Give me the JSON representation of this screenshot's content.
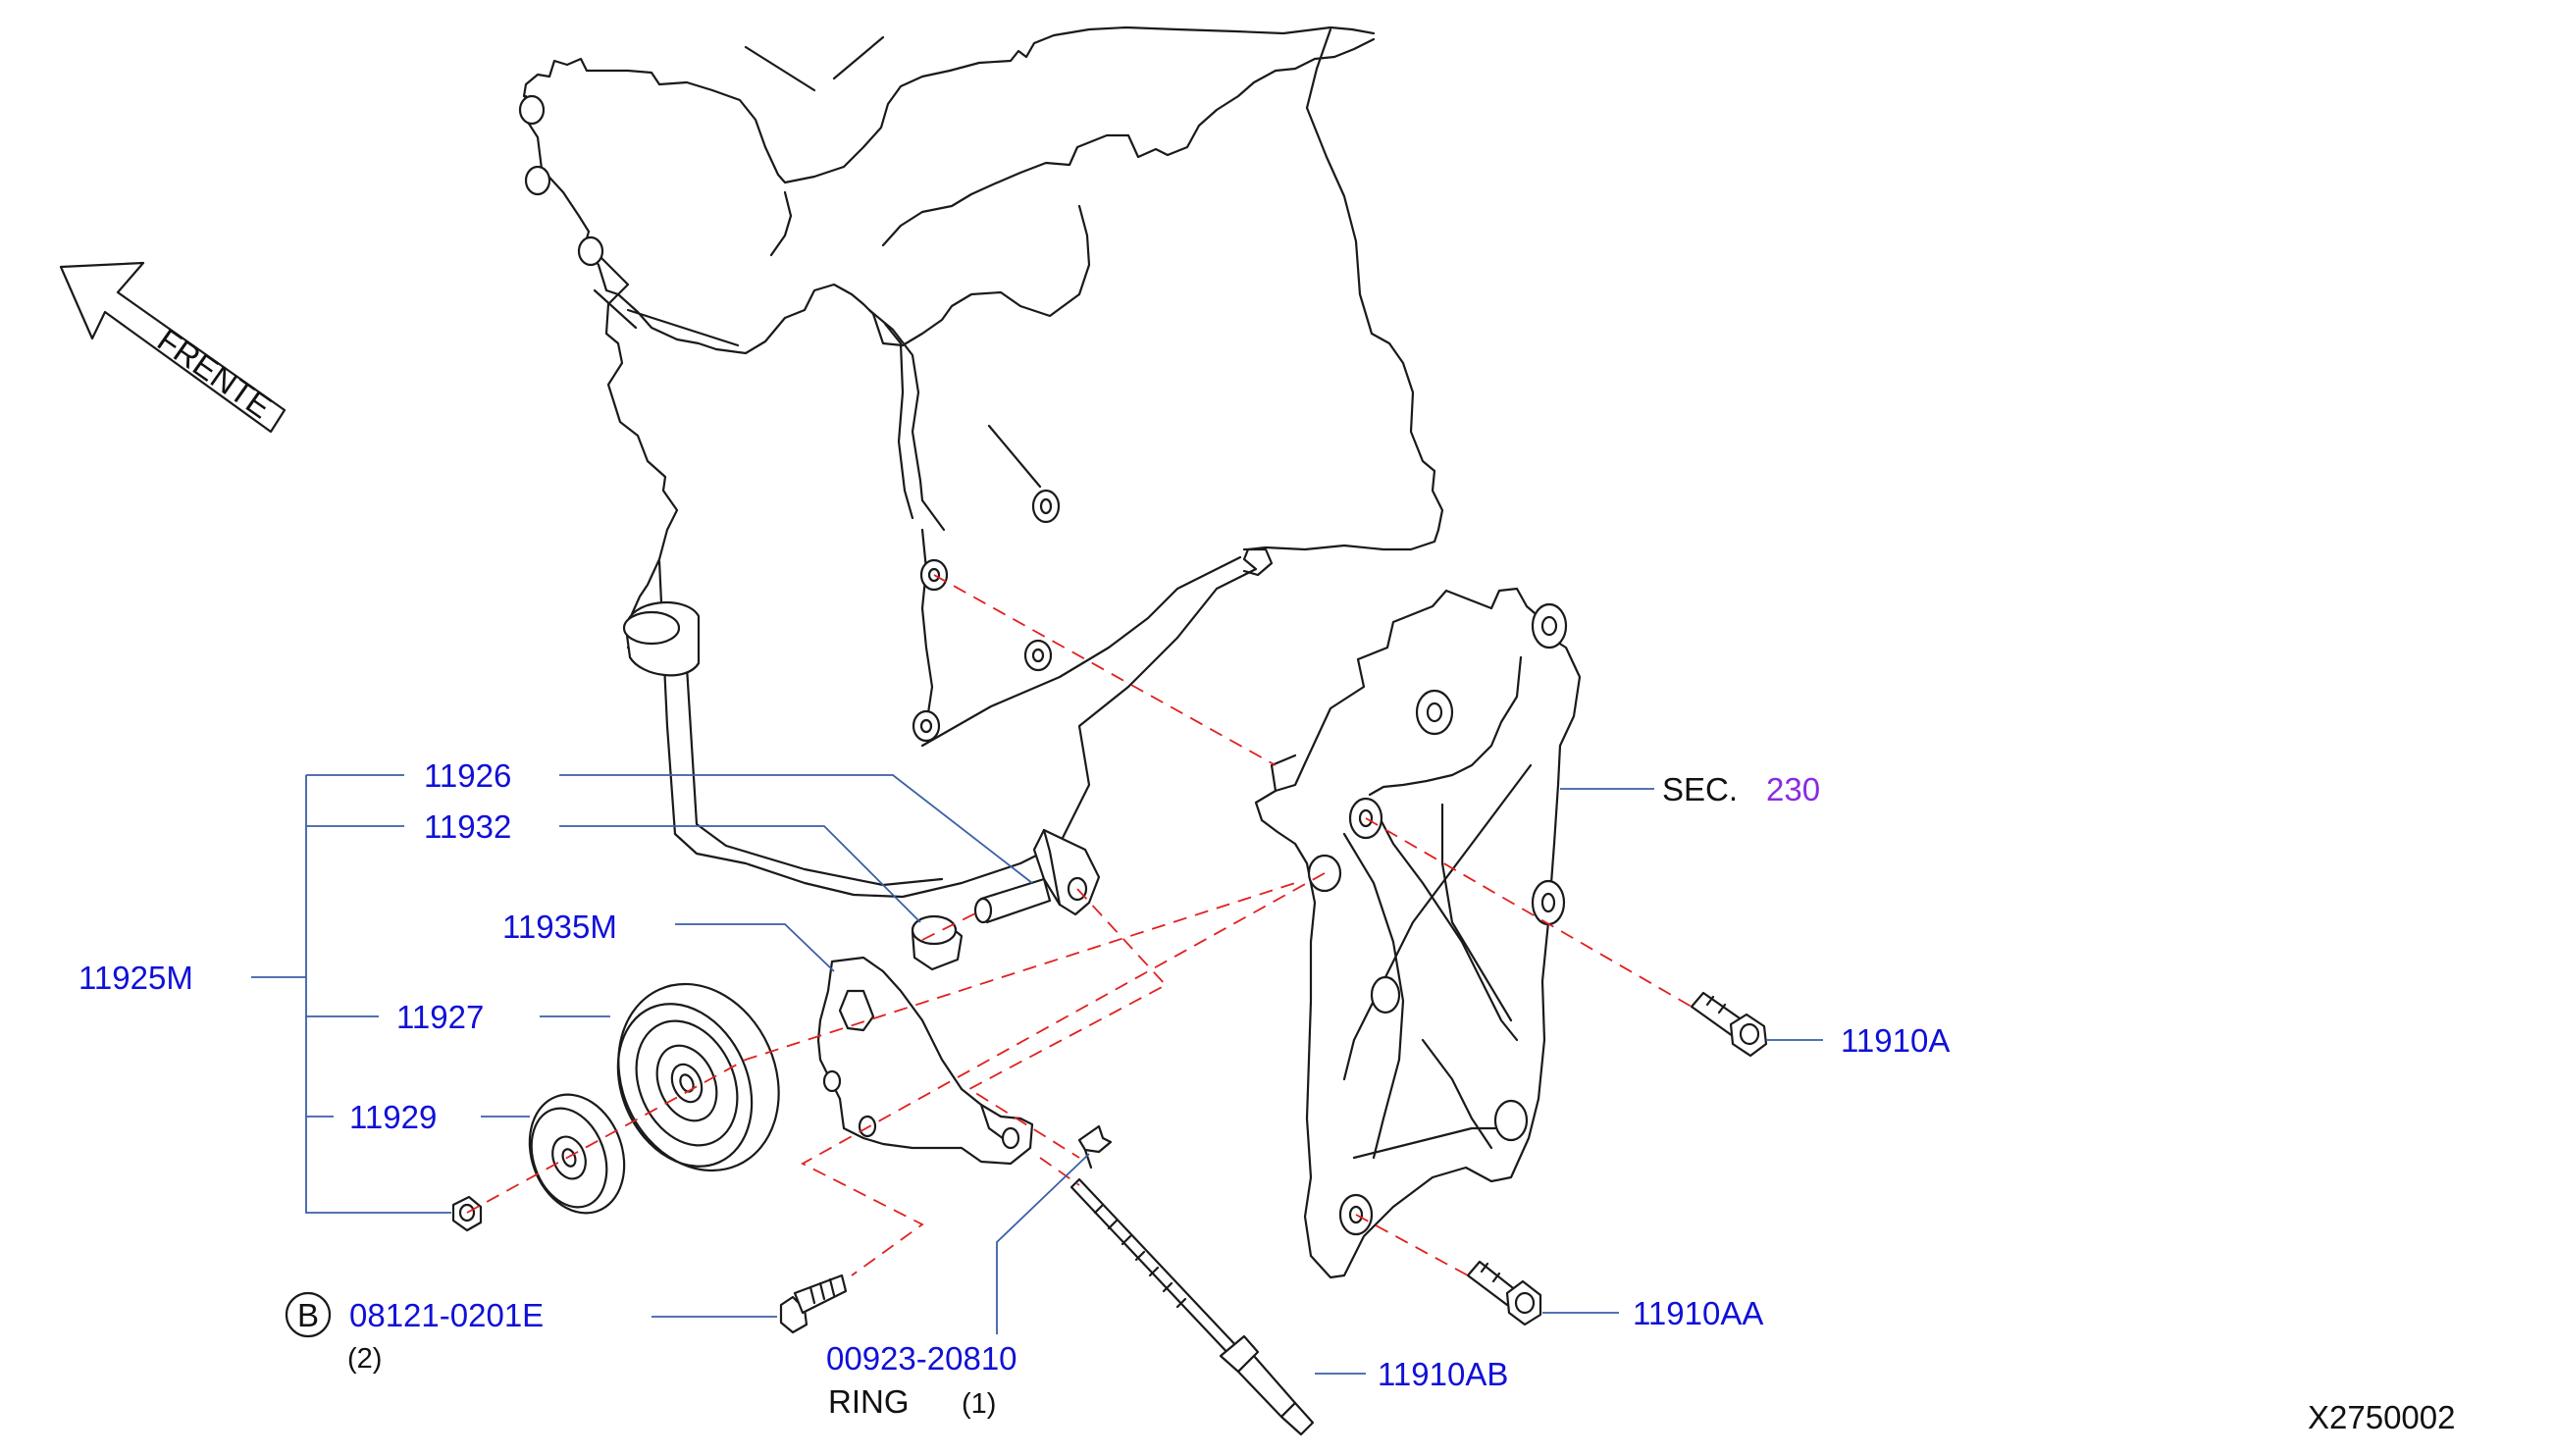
{
  "direction": {
    "label": "FRENTE",
    "icon": "arrow-front-icon"
  },
  "section_ref": {
    "prefix": "SEC.",
    "number": "230"
  },
  "group_part": "11925M",
  "parts": {
    "p11926": "11926",
    "p11932": "11932",
    "p11935M": "11935M",
    "p11927": "11927",
    "p11929": "11929",
    "p11910A": "11910A",
    "p11910AA": "11910AA",
    "p11910AB": "11910AB"
  },
  "bolt_b": {
    "badge": "B",
    "number": "08121-0201E",
    "qty": "(2)"
  },
  "ring": {
    "number": "00923-20810",
    "name": "RING",
    "qty": "(1)"
  },
  "diagram_id": "X2750002",
  "colors": {
    "part_number": "#1010d8",
    "section_number": "#8a2be2",
    "leader": "#3a5fa8",
    "centerline": "#e02020"
  }
}
